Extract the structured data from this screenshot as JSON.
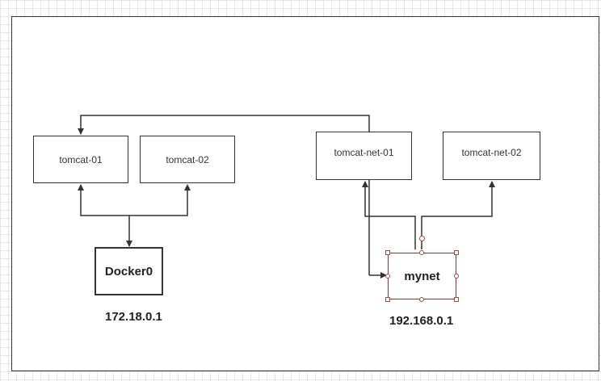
{
  "nodes": {
    "tomcat01": "tomcat-01",
    "tomcat02": "tomcat-02",
    "tomcatNet01": "tomcat-net-01",
    "tomcatNet02": "tomcat-net-02",
    "docker0": "Docker0",
    "mynet": "mynet"
  },
  "addresses": {
    "docker0": "172.18.0.1",
    "mynet": "192.168.0.1"
  },
  "colors": {
    "line": "#333333",
    "selection": "#9a4a4a"
  }
}
